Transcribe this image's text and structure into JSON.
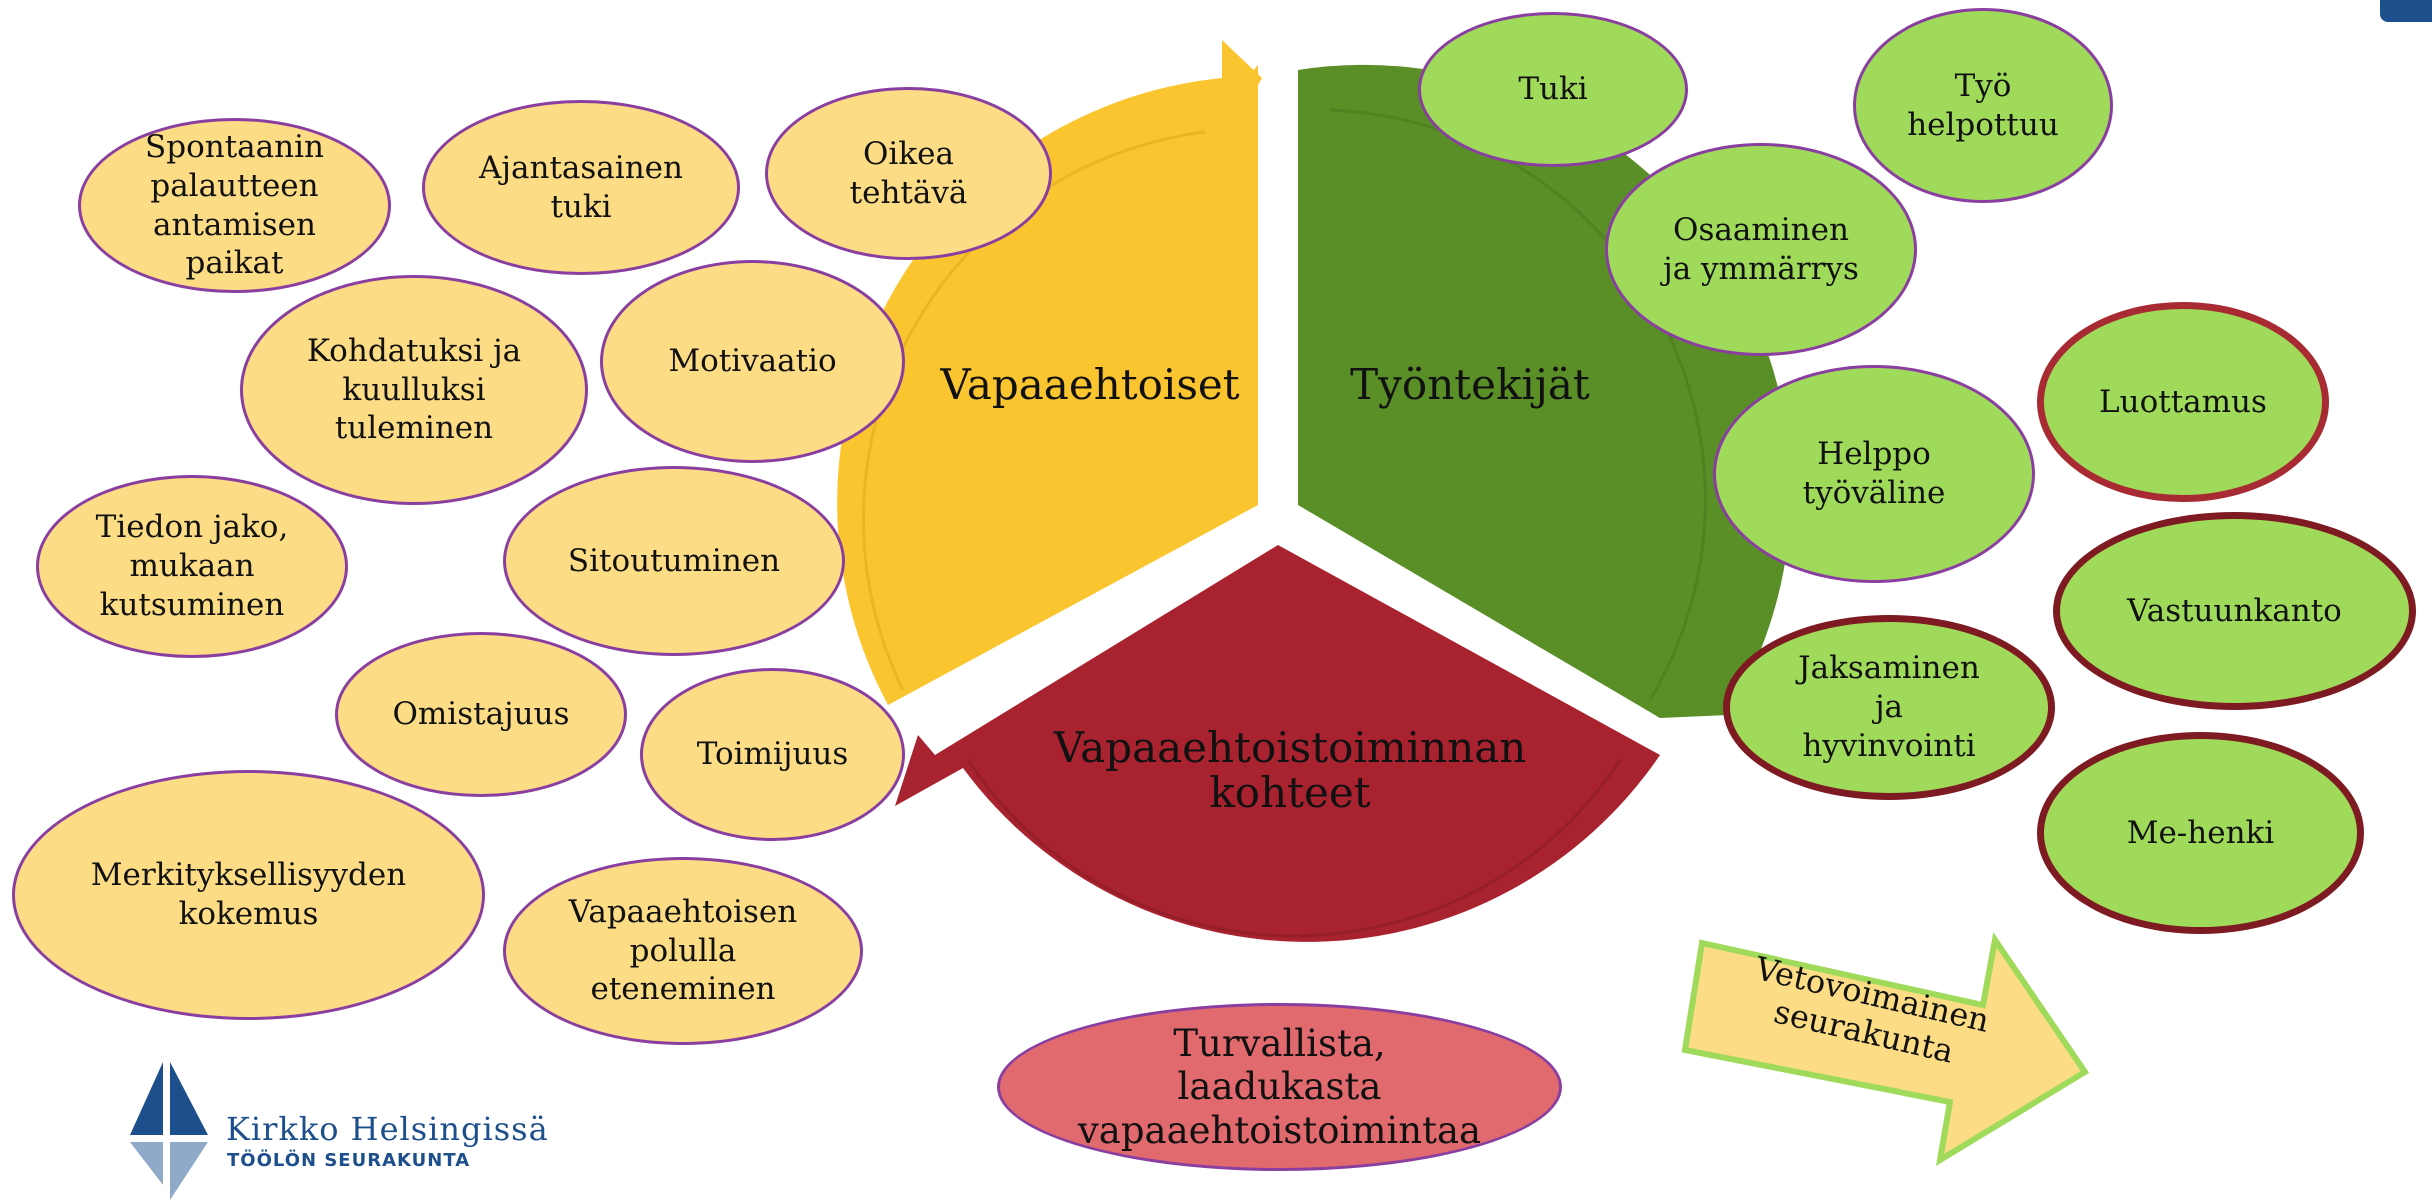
{
  "segments": {
    "volunteers": "Vapaaehtoiset",
    "employees": "Työntekijät",
    "targets": "Vapaaehtoistoiminnan\nkohteet"
  },
  "yellow_items": [
    "Spontaanin\npalautteen\nantamisen\npaikat",
    "Ajantasainen\ntuki",
    "Oikea\ntehtävä",
    "Kohdatuksi ja\nkuulluksi\ntuleminen",
    "Motivaatio",
    "Tiedon jako,\nmukaan\nkutsuminen",
    "Sitoutuminen",
    "Omistajuus",
    "Toimijuus",
    "Merkityksellisyyden\nkokemus",
    "Vapaaehtoisen\npolulla\neteneminen"
  ],
  "green_items": [
    "Tuki",
    "Työ\nhelpottuu",
    "Osaaminen\nja ymmärrys",
    "Helppo\ntyöväline",
    "Jaksaminen\nja\nhyvinvointi"
  ],
  "outcome_items": [
    "Luottamus",
    "Vastuunkanto",
    "Me-henki"
  ],
  "result": "Turvallista,\nlaadukasta\nvapaaehtoistoimintaa",
  "arrow_text": "Vetovoimainen\nseurakunta",
  "logo": {
    "name": "Kirkko Helsingissä",
    "sub": "TÖÖLÖN SEURAKUNTA"
  },
  "colors": {
    "yellow": "#fbc530",
    "green": "#5a8f27",
    "red": "#a8232f",
    "brand_blue": "#1d4f8c"
  }
}
